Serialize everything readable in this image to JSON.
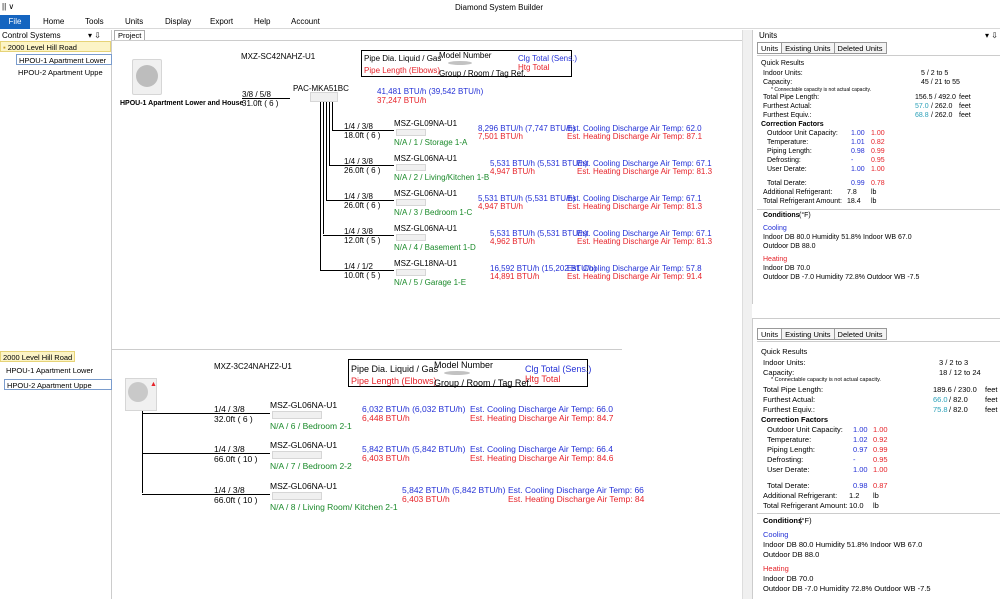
{
  "window": {
    "title": "Diamond System Builder",
    "quick": "|| ∨"
  },
  "menu": {
    "file": "File",
    "items": [
      "Home",
      "Tools",
      "Units",
      "Display",
      "Export",
      "Help",
      "Account"
    ]
  },
  "left": {
    "title": "Control Systems",
    "pin": "▾ ⇩",
    "root": "2000 Level Hill Road",
    "items": [
      "HPOU-1 Apartment Lower",
      "HPOU-2 Apartment Uppe"
    ],
    "root2": "2000 Level Hill Road",
    "items2": [
      "HPOU-1 Apartment Lower",
      "HPOU-2 Apartment Uppe"
    ]
  },
  "project_tab": "Project",
  "legend": {
    "pipe_dia": "Pipe Dia. Liquid / Gas",
    "pipe_len": "Pipe Length (Elbows)",
    "model": "Model Number",
    "group": "Group / Room / Tag Ref.",
    "clg": "Clg Total (Sens.)",
    "htg": "Htg Total"
  },
  "sys1": {
    "outdoor_model": "MXZ-SC42NAHZ-U1",
    "name": "HPOU-1 Apartment Lower and House",
    "main_pipe": "3/8  /  5/8",
    "main_len": "31.0ft ( 6 )",
    "branch_box": "PAC-MKA51BC",
    "total_clg": "41,481 BTU/h (39,542 BTU/h)",
    "total_htg": "37,247 BTU/h",
    "rows": [
      {
        "pipe": "1/4  /  3/8",
        "len": "18.0ft ( 6 )",
        "model": "MSZ-GL09NA-U1",
        "tag": "N/A / 1 / Storage 1-A",
        "clg": "8,296 BTU/h (7,747 BTU/h)",
        "htg": "7,501 BTU/h",
        "ecd": "Est. Cooling Discharge Air Temp: 62.0",
        "ehd": "Est. Heating Discharge Air Temp: 87.1"
      },
      {
        "pipe": "1/4  /  3/8",
        "len": "26.0ft ( 6 )",
        "model": "MSZ-GL06NA-U1",
        "tag": "N/A / 2 / Living/Kitchen 1-B",
        "clg": "5,531 BTU/h (5,531 BTU/h)",
        "htg": "4,947 BTU/h",
        "ecd": "Est. Cooling Discharge Air Temp: 67.1",
        "ehd": "Est. Heating Discharge Air Temp: 81.3"
      },
      {
        "pipe": "1/4  /  3/8",
        "len": "26.0ft ( 6 )",
        "model": "MSZ-GL06NA-U1",
        "tag": "N/A / 3 / Bedroom 1-C",
        "clg": "5,531 BTU/h (5,531 BTU/h)",
        "htg": "4,947 BTU/h",
        "ecd": "Est. Cooling Discharge Air Temp: 67.1",
        "ehd": "Est. Heating Discharge Air Temp: 81.3"
      },
      {
        "pipe": "1/4  /  3/8",
        "len": "12.0ft ( 5 )",
        "model": "MSZ-GL06NA-U1",
        "tag": "N/A / 4 / Basement 1-D",
        "clg": "5,531 BTU/h (5,531 BTU/h)",
        "htg": "4,962 BTU/h",
        "ecd": "Est. Cooling Discharge Air Temp: 67.1",
        "ehd": "Est. Heating Discharge Air Temp: 81.3"
      },
      {
        "pipe": "1/4  /  1/2",
        "len": "10.0ft ( 5 )",
        "model": "MSZ-GL18NA-U1",
        "tag": "N/A / 5 / Garage 1-E",
        "clg": "16,592 BTU/h (15,202 BTU/h)",
        "htg": "14,891 BTU/h",
        "ecd": "Est. Cooling Discharge Air Temp: 57.8",
        "ehd": "Est. Heating Discharge Air Temp: 91.4"
      }
    ]
  },
  "sys2": {
    "outdoor_model": "MXZ-3C24NAHZ2-U1",
    "rows": [
      {
        "pipe": "1/4  /  3/8",
        "len": "32.0ft ( 6 )",
        "model": "MSZ-GL06NA-U1",
        "tag": "N/A / 6 / Bedroom 2-1",
        "clg": "6,032 BTU/h (6,032 BTU/h)",
        "htg": "6,448 BTU/h",
        "ecd": "Est. Cooling Discharge Air Temp: 66.0",
        "ehd": "Est. Heating Discharge Air Temp: 84.7"
      },
      {
        "pipe": "1/4  /  3/8",
        "len": "66.0ft ( 10 )",
        "model": "MSZ-GL06NA-U1",
        "tag": "N/A / 7 / Bedroom 2-2",
        "clg": "5,842 BTU/h (5,842 BTU/h)",
        "htg": "6,403 BTU/h",
        "ecd": "Est. Cooling Discharge Air Temp: 66.4",
        "ehd": "Est. Heating Discharge Air Temp: 84.6"
      },
      {
        "pipe": "1/4  /  3/8",
        "len": "66.0ft ( 10 )",
        "model": "MSZ-GL06NA-U1",
        "tag": "N/A / 8 / Living Room/ Kitchen 2-1",
        "clg": "5,842 BTU/h (5,842 BTU/h)",
        "htg": "6,403 BTU/h",
        "ecd": "Est. Cooling Discharge Air Temp: 66",
        "ehd": "Est. Heating Discharge Air Temp: 84"
      }
    ]
  },
  "units_panel": {
    "title": "Units",
    "pin": "▾ ⇩",
    "tabs": [
      "Units",
      "Existing Units",
      "Deleted Units"
    ]
  },
  "results1": {
    "heading": "Quick Results",
    "indoor_units": {
      "label": "Indoor Units:",
      "value": "5 / 2 to 5"
    },
    "capacity": {
      "label": "Capacity:",
      "value": "45 / 21 to 55"
    },
    "note": "* Connectable capacity is not actual capacity.",
    "total_pipe": {
      "label": "Total Pipe Length:",
      "value": "156.5 / 492.0",
      "unit": "feet"
    },
    "furthest_actual": {
      "label": "Furthest Actual:",
      "a": "57.0",
      "b": "/ 262.0",
      "unit": "feet"
    },
    "furthest_equiv": {
      "label": "Furthest Equiv.:",
      "a": "68.8",
      "b": "/ 262.0",
      "unit": "feet"
    },
    "cf_heading": "Correction Factors",
    "cf": [
      {
        "label": "Outdoor Unit Capacity:",
        "c": "1.00",
        "h": "1.00"
      },
      {
        "label": "Temperature:",
        "c": "1.01",
        "h": "0.82"
      },
      {
        "label": "Piping Length:",
        "c": "0.98",
        "h": "0.99"
      },
      {
        "label": "Defrosting:",
        "c": "-",
        "h": "0.95"
      },
      {
        "label": "User Derate:",
        "c": "1.00",
        "h": "1.00"
      }
    ],
    "total_derate": {
      "label": "Total Derate:",
      "c": "0.99",
      "h": "0.78"
    },
    "add_ref": {
      "label": "Additional Refrigerant:",
      "value": "7.8",
      "unit": "lb"
    },
    "total_ref": {
      "label": "Total Refrigerant Amount:",
      "value": "18.4",
      "unit": "lb"
    },
    "conditions": "Conditions",
    "cond_unit": "(°F)",
    "cooling": "Cooling",
    "cool_line1": "Indoor DB    80.0    Humidity  51.8%    Indoor WB  67.0",
    "cool_line2": "Outdoor DB  88.0",
    "heating": "Heating",
    "heat_line1": "Indoor DB    70.0",
    "heat_line2": "Outdoor DB  -7.0    Humidity  72.8%    Outdoor WB  -7.5"
  },
  "results2": {
    "heading": "Quick Results",
    "indoor_units": {
      "label": "Indoor Units:",
      "value": "3 / 2 to 3"
    },
    "capacity": {
      "label": "Capacity:",
      "value": "18 / 12 to 24"
    },
    "note": "* Connectable capacity is not actual capacity.",
    "total_pipe": {
      "label": "Total Pipe Length:",
      "value": "189.6 / 230.0",
      "unit": "feet"
    },
    "furthest_actual": {
      "label": "Furthest Actual:",
      "a": "66.0",
      "b": "/ 82.0",
      "unit": "feet"
    },
    "furthest_equiv": {
      "label": "Furthest Equiv.:",
      "a": "75.8",
      "b": "/ 82.0",
      "unit": "feet"
    },
    "cf_heading": "Correction Factors",
    "cf": [
      {
        "label": "Outdoor Unit Capacity:",
        "c": "1.00",
        "h": "1.00"
      },
      {
        "label": "Temperature:",
        "c": "1.02",
        "h": "0.92"
      },
      {
        "label": "Piping Length:",
        "c": "0.97",
        "h": "0.99"
      },
      {
        "label": "Defrosting:",
        "c": "-",
        "h": "0.95"
      },
      {
        "label": "User Derate:",
        "c": "1.00",
        "h": "1.00"
      }
    ],
    "total_derate": {
      "label": "Total Derate:",
      "c": "0.98",
      "h": "0.87"
    },
    "add_ref": {
      "label": "Additional Refrigerant:",
      "value": "1.2",
      "unit": "lb"
    },
    "total_ref": {
      "label": "Total Refrigerant Amount:",
      "value": "10.0",
      "unit": "lb"
    },
    "conditions": "Conditions",
    "cond_unit": "(°F)",
    "cooling": "Cooling",
    "cool_line1": "Indoor DB    80.0    Humidity  51.8%    Indoor WB  67.0",
    "cool_line2": "Outdoor DB  88.0",
    "heating": "Heating",
    "heat_line1": "Indoor DB    70.0",
    "heat_line2": "Outdoor DB  -7.0    Humidity  72.8%    Outdoor WB  -7.5"
  }
}
